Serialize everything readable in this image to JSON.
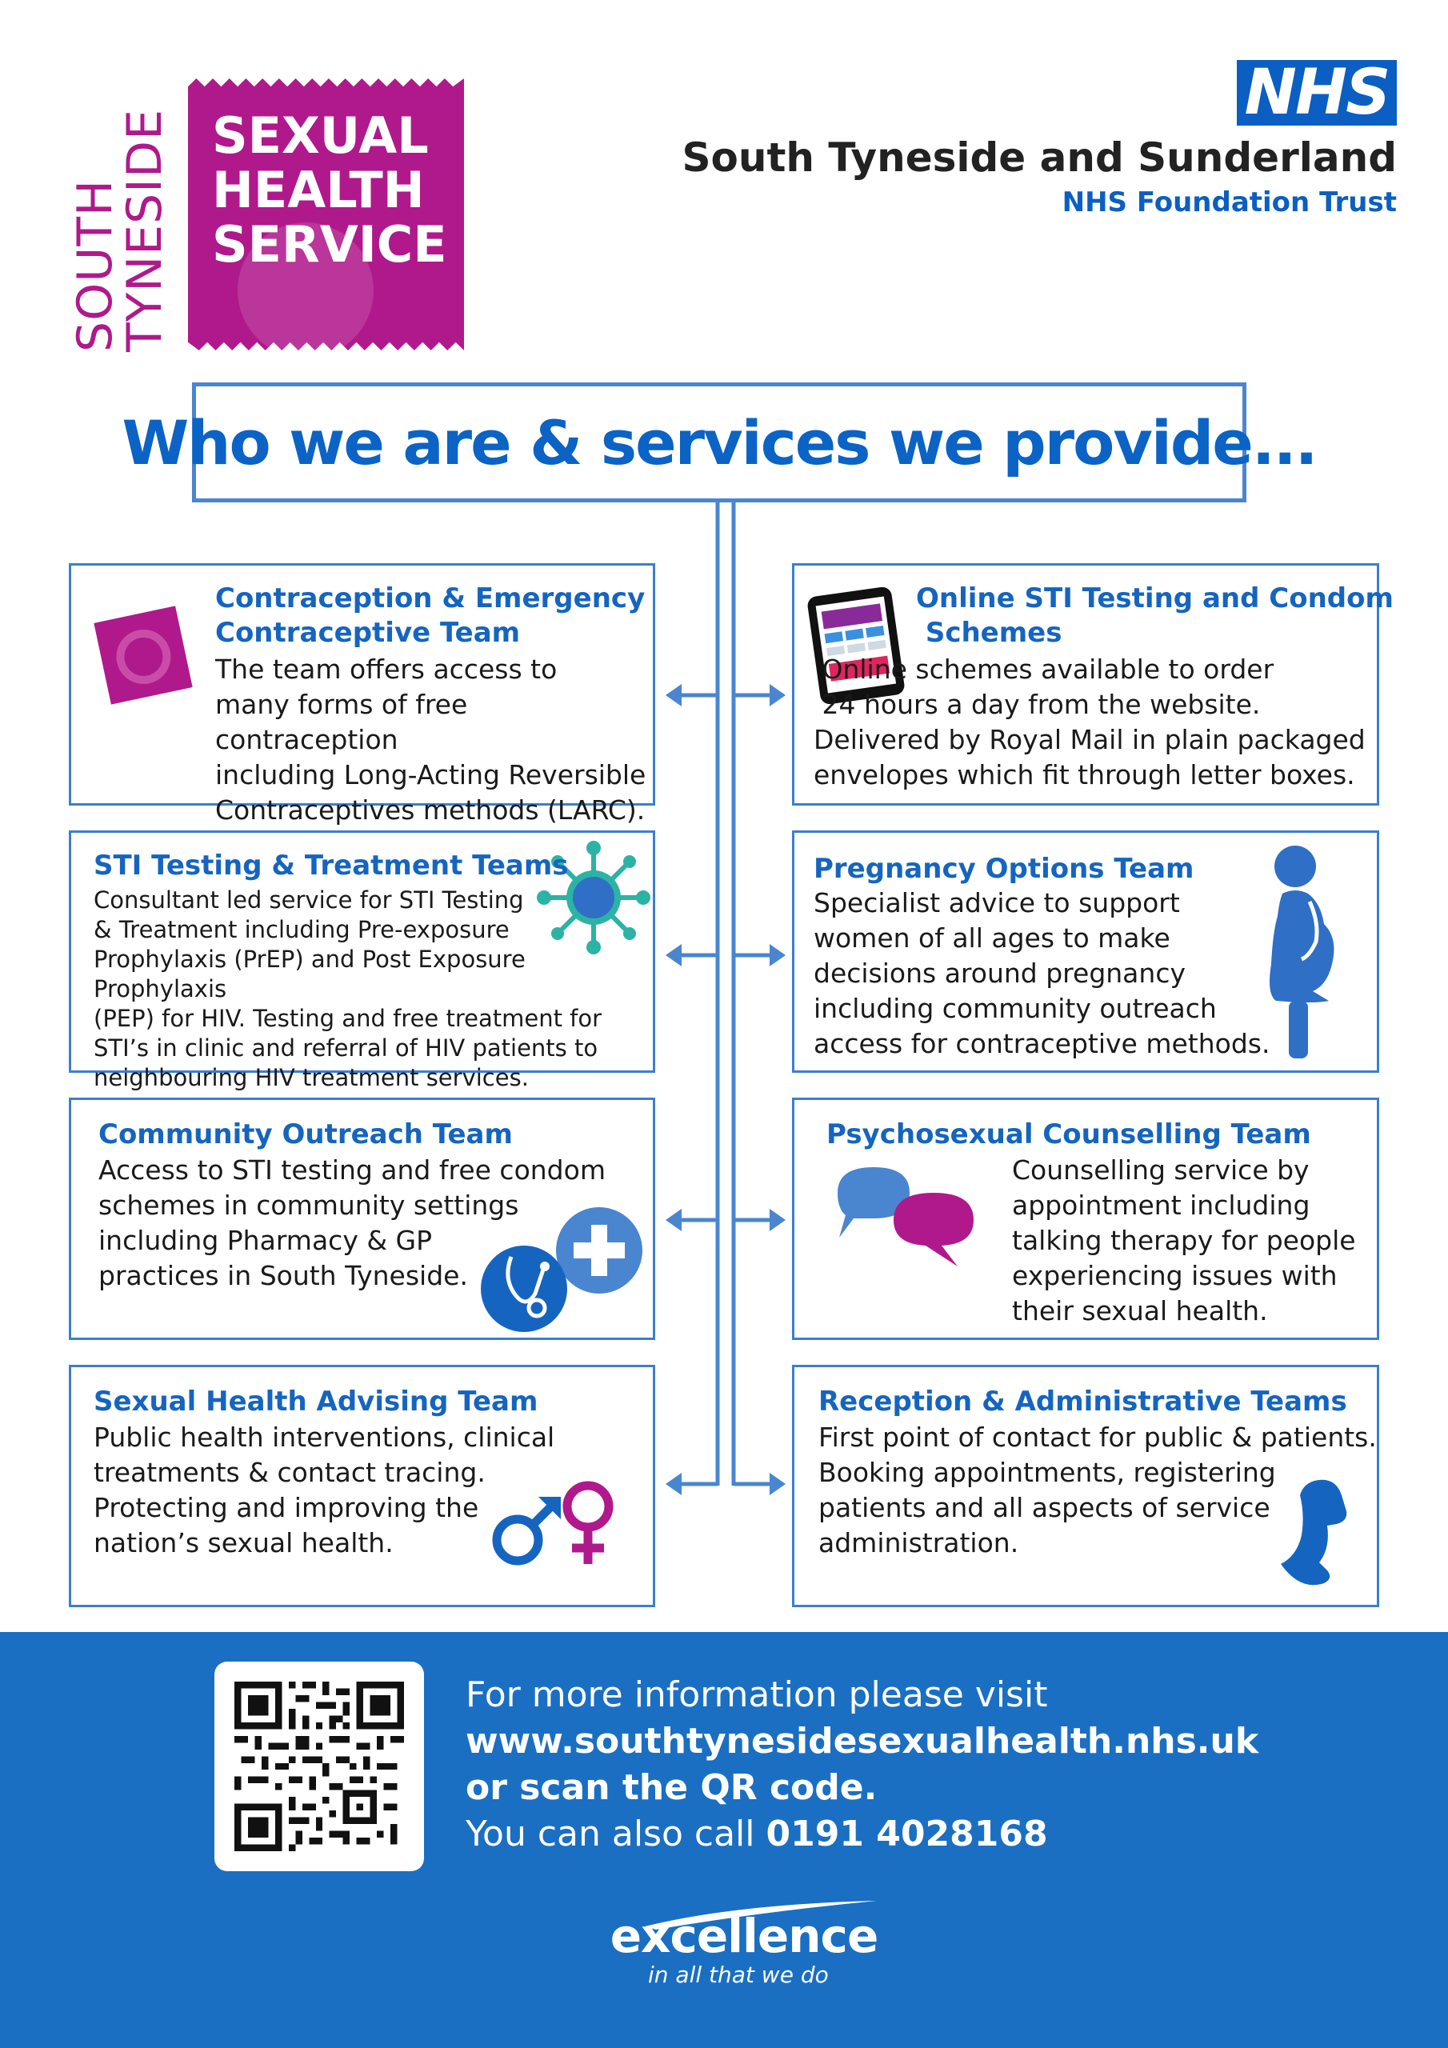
{
  "logo": {
    "side_text": [
      "SOUTH",
      "TYNESIDE"
    ],
    "title_lines": [
      "SEXUAL",
      "HEALTH",
      "SERVICE"
    ],
    "color": "#b0198c"
  },
  "nhs": {
    "badge": "NHS",
    "trust_name": "South Tyneside and Sunderland",
    "trust_sub": "NHS Foundation Trust",
    "color": "#0b5fc2"
  },
  "title": "Who we are & services we provide...",
  "cards": [
    {
      "icon": "condom-icon",
      "heading": "Contraception & Emergency\nContraceptive Team",
      "body": "The team offers access to\nmany forms of free contraception\nincluding Long-Acting Reversible\nContraceptives methods (LARC)."
    },
    {
      "icon": "tablet-icon",
      "heading": "Online STI Testing and Condom\n Schemes",
      "body": " Online schemes available to order\n 24 hours a day from the website.\nDelivered by Royal Mail in plain packaged\nenvelopes which fit through letter boxes."
    },
    {
      "icon": "virus-icon",
      "heading": "STI Testing & Treatment Teams",
      "body": "Consultant led service for STI Testing\n& Treatment including Pre-exposure\nProphylaxis (PrEP) and Post Exposure Prophylaxis\n(PEP) for HIV. Testing and free treatment for\nSTI’s in clinic and referral of HIV patients to\nneighbouring HIV treatment services."
    },
    {
      "icon": "pregnant-woman-icon",
      "heading": "Pregnancy Options Team",
      "body": "Specialist advice to support\nwomen of all ages to make\ndecisions around pregnancy\nincluding community outreach\naccess for contraceptive methods."
    },
    {
      "icon": "medical-cross-stethoscope-icon",
      "heading": "Community Outreach Team",
      "body": "Access to STI testing and free condom\nschemes in community settings\nincluding Pharmacy & GP\npractices in South Tyneside."
    },
    {
      "icon": "speech-bubbles-icon",
      "heading": "Psychosexual Counselling Team",
      "body": "Counselling service by\nappointment including\ntalking therapy for people\nexperiencing issues with\ntheir sexual health."
    },
    {
      "icon": "gender-symbols-icon",
      "heading": "Sexual Health Advising Team",
      "body": "Public health interventions, clinical\ntreatments & contact tracing.\nProtecting and improving the\nnation’s sexual health."
    },
    {
      "icon": "phone-handset-icon",
      "heading": "Reception & Administrative Teams",
      "body": "First point of contact for public & patients.\nBooking appointments, registering\npatients and all aspects of service\nadministration."
    }
  ],
  "footer": {
    "line1": "For more information please visit",
    "url": "www.southtynesidesexualhealth.nhs.uk",
    "line3": "or scan the QR code.",
    "call_prefix": "You can also call ",
    "phone": "0191 4028168",
    "qr_icon": "qr-code-icon",
    "bg_color": "#1a6fc3",
    "excellence": "excellence",
    "excellence_tag": "in all that we do"
  }
}
